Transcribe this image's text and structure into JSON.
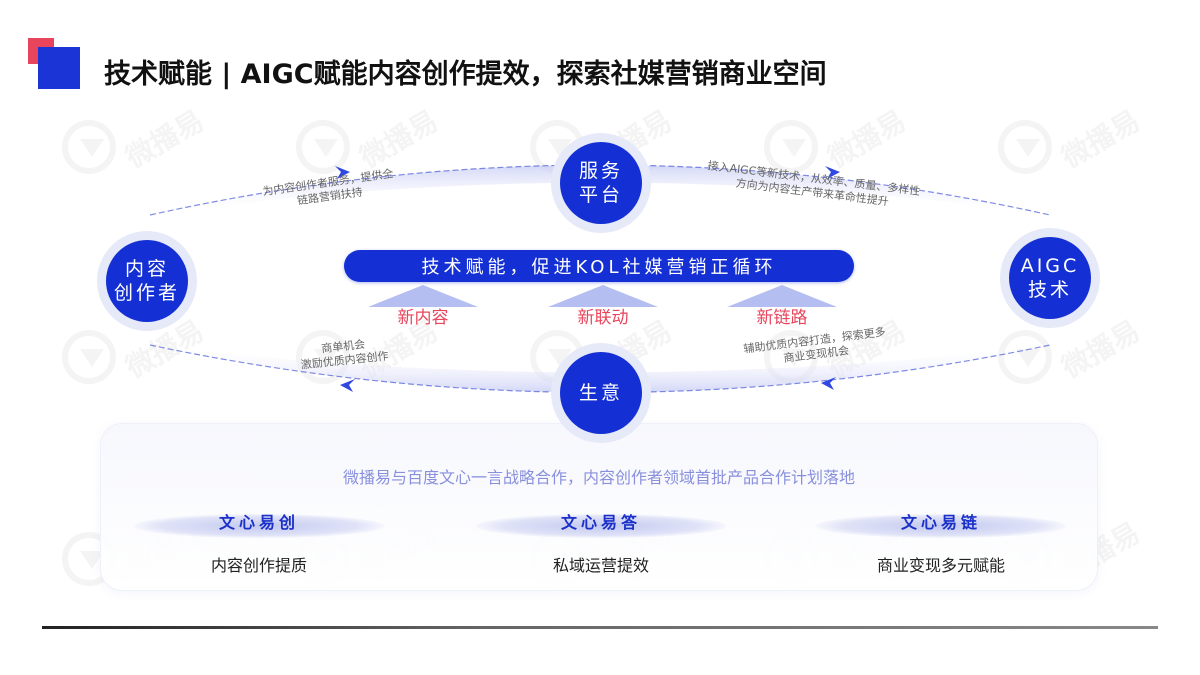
{
  "header": {
    "title": "技术赋能 | AIGC赋能内容创作提效，探索社媒营销商业空间",
    "colors": {
      "accent_red": "#e8455c",
      "accent_blue": "#1a34d6"
    }
  },
  "watermark": {
    "text": "微播易",
    "icon": "paw-play-icon"
  },
  "diagram": {
    "nodes": {
      "left": {
        "line1": "内容",
        "line2": "创作者"
      },
      "top": {
        "line1": "服务",
        "line2": "平台"
      },
      "right": {
        "line1": "AIGC",
        "line2": "技术"
      },
      "bottom": {
        "line1": "生意"
      }
    },
    "notes": {
      "top_left": {
        "line1": "为内容创作者服务，提供全",
        "line2": "链路营销扶持"
      },
      "top_right": {
        "line1": "接入AIGC等新技术，从效率、质量、多样性",
        "line2": "方向为内容生产带来革命性提升"
      },
      "bottom_left": {
        "line1": "商单机会",
        "line2": "激励优质内容创作"
      },
      "bottom_right": {
        "line1": "辅助优质内容打造，探索更多",
        "line2": "商业变现机会"
      }
    },
    "banner": "技术赋能，促进KOL社媒营销正循环",
    "arrows_up": [
      {
        "label": "新内容"
      },
      {
        "label": "新联动"
      },
      {
        "label": "新链路"
      }
    ],
    "colors": {
      "node_blue": "#1430d4",
      "arrow_label": "#e8455c"
    }
  },
  "panel": {
    "subtitle": "微播易与百度文心一言战略合作，内容创作者领域首批产品合作计划落地",
    "products": [
      {
        "name": "文心易创",
        "desc": "内容创作提质"
      },
      {
        "name": "文心易答",
        "desc": "私域运营提效"
      },
      {
        "name": "文心易链",
        "desc": "商业变现多元赋能"
      }
    ]
  }
}
